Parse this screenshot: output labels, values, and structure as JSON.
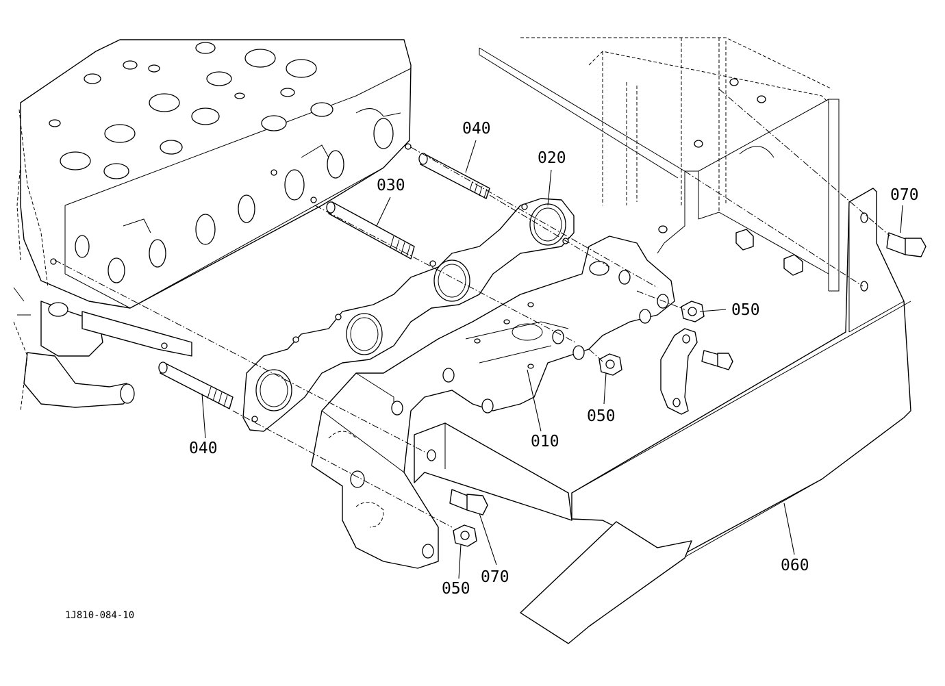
{
  "callouts": [
    {
      "id": "010",
      "label": "010"
    },
    {
      "id": "020",
      "label": "020"
    },
    {
      "id": "030",
      "label": "030"
    },
    {
      "id": "040a",
      "label": "040"
    },
    {
      "id": "040b",
      "label": "040"
    },
    {
      "id": "050a",
      "label": "050"
    },
    {
      "id": "050b",
      "label": "050"
    },
    {
      "id": "050c",
      "label": "050"
    },
    {
      "id": "060",
      "label": "060"
    },
    {
      "id": "070a",
      "label": "070"
    },
    {
      "id": "070b",
      "label": "070"
    }
  ],
  "drawing_number": "1J810-084-10"
}
